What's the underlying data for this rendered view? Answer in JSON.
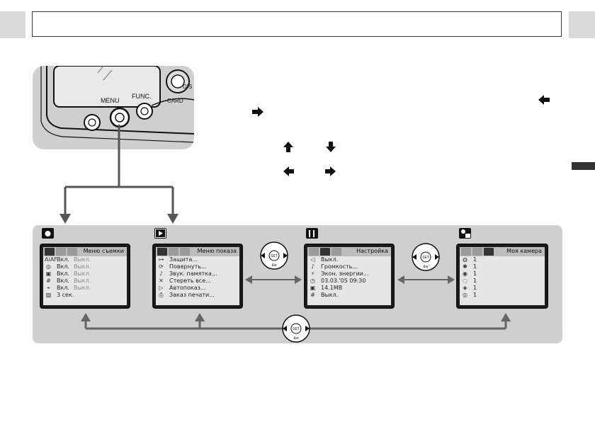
{
  "camera": {
    "labels": [
      "MENU",
      "FUNC.",
      "DIS",
      "CARD"
    ]
  },
  "dial_labels": {
    "set": "SET",
    "bottom": "&w"
  },
  "screens": [
    {
      "title": "Меню съемки",
      "rows": [
        {
          "icon": "AiAF",
          "val": "Вкл.",
          "alt": "Выкл."
        },
        {
          "icon": "◎",
          "val": "Вкл.",
          "alt": "Выкл."
        },
        {
          "icon": "▣",
          "val": "Вкл.",
          "alt": "Выкл."
        },
        {
          "icon": "#",
          "val": "Вкл.",
          "alt": "Выкл."
        },
        {
          "icon": "⌖",
          "val": "Вкл.",
          "alt": "Выкл."
        },
        {
          "icon": "▨",
          "val": "3 сек.",
          "alt": ""
        }
      ]
    },
    {
      "title": "Меню показа",
      "rows": [
        {
          "icon": "⊶",
          "val": "Защита...",
          "alt": ""
        },
        {
          "icon": "⟳",
          "val": "Повернуть...",
          "alt": ""
        },
        {
          "icon": "♪",
          "val": "Звук. памятка...",
          "alt": ""
        },
        {
          "icon": "✕",
          "val": "Стереть все...",
          "alt": ""
        },
        {
          "icon": "▷",
          "val": "Автопоказ...",
          "alt": ""
        },
        {
          "icon": "⎙",
          "val": "Заказ печати...",
          "alt": ""
        }
      ]
    },
    {
      "title": "Настройка",
      "rows": [
        {
          "icon": "◁",
          "val": "Выкл.",
          "alt": ""
        },
        {
          "icon": "♪",
          "val": "Громкость...",
          "alt": ""
        },
        {
          "icon": "⚡",
          "val": "Экон. энергии...",
          "alt": ""
        },
        {
          "icon": "◷",
          "val": "03.03.'05 09:30",
          "alt": ""
        },
        {
          "icon": "▣",
          "val": "14.1MB",
          "alt": ""
        },
        {
          "icon": "#",
          "val": "Выкл.",
          "alt": ""
        }
      ]
    },
    {
      "title": "Моя камера",
      "rows": [
        {
          "icon": "◍",
          "val": "1",
          "alt": ""
        },
        {
          "icon": "✱",
          "val": "1",
          "alt": ""
        },
        {
          "icon": "◉",
          "val": "1",
          "alt": ""
        },
        {
          "icon": "◌",
          "val": "1",
          "alt": ""
        },
        {
          "icon": "◈",
          "val": "1",
          "alt": ""
        },
        {
          "icon": "◎",
          "val": "1",
          "alt": ""
        }
      ]
    }
  ]
}
